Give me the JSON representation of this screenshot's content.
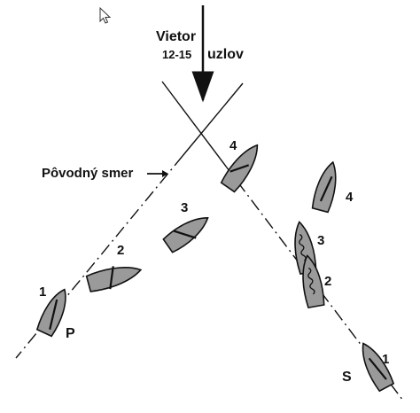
{
  "wind": {
    "title": "Vietor",
    "speed_range": "12-15",
    "speed_unit": "uzlov"
  },
  "course_label": "Pôvodný smer",
  "tacks": {
    "port": {
      "label": "P",
      "positions": [
        "1",
        "2",
        "3",
        "4"
      ]
    },
    "starboard": {
      "label": "S",
      "positions": [
        "1",
        "2",
        "3",
        "4"
      ]
    }
  },
  "icons": [
    "cursor-icon",
    "wind-arrow-icon",
    "sailboat-icon"
  ],
  "colors": {
    "hull": "#9a9a9a",
    "ink": "#111111",
    "background": "#ffffff"
  }
}
